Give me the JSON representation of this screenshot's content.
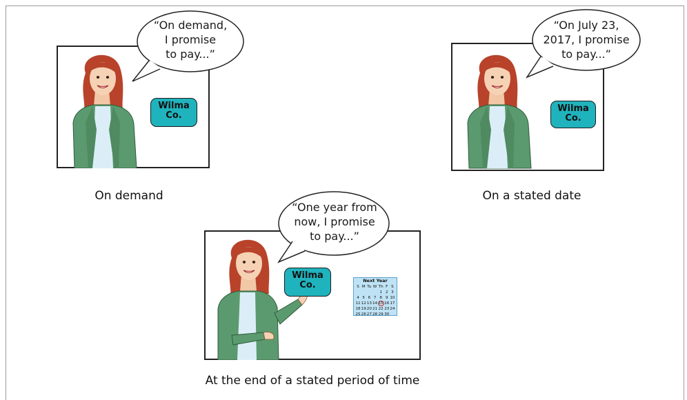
{
  "panels": [
    {
      "caption": "On demand",
      "bubble": [
        "“On demand,",
        "I promise",
        "to pay...”"
      ],
      "sign": [
        "Wilma",
        "Co."
      ]
    },
    {
      "caption": "On a stated date",
      "bubble": [
        "“On July 23,",
        "2017, I promise",
        "to pay...”"
      ],
      "sign": [
        "Wilma",
        "Co."
      ]
    },
    {
      "caption": "At the end of a stated period of time",
      "bubble": [
        "“One year from",
        "now, I promise",
        "to pay...”"
      ],
      "sign": [
        "Wilma",
        "Co."
      ],
      "calendar": {
        "title": "Next Year",
        "days": [
          "S",
          "M",
          "Tu",
          "W",
          "Th",
          "F",
          "S"
        ],
        "cells": [
          "",
          "",
          "",
          "",
          "1",
          "2",
          "3",
          "4",
          "5",
          "6",
          "7",
          "8",
          "9",
          "10",
          "11",
          "12",
          "13",
          "14",
          "15",
          "16",
          "17",
          "18",
          "19",
          "20",
          "21",
          "22",
          "23",
          "24",
          "25",
          "26",
          "27",
          "28",
          "29",
          "30",
          ""
        ],
        "highlight": "15"
      }
    }
  ],
  "colors": {
    "sign": "#1fb3bd",
    "jacket": "#5b9a6e",
    "hair": "#b8432a",
    "calendar": "#bfe3f5"
  }
}
